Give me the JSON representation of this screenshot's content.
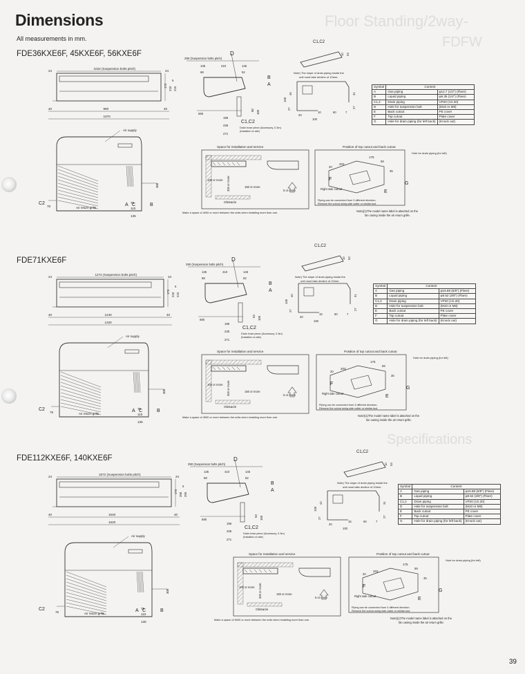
{
  "page": {
    "title": "Dimensions",
    "subtitle": "All measurements in mm.",
    "page_number": "39"
  },
  "ghost_text": {
    "right_top": "Floor Standing/2way-",
    "right_top2": "FDFW",
    "right_mid": "Specifications"
  },
  "sections": [
    {
      "model": "FDE36KXE6F, 45KXE6F, 56KXE6F",
      "front": {
        "bolt_pitch": "1022 (Suspension bolts pitch)",
        "side": "24",
        "inner": "990",
        "overall": "1070",
        "side_b": "40",
        "h1": "173",
        "h2": "210",
        "h3": "215",
        "h4": "5"
      },
      "side": {
        "bolt": "290 (Suspension bolts pitch)",
        "d1": "135",
        "d2": "410",
        "d3": "145",
        "d4": "68",
        "d5": "52",
        "d6": "690",
        "d7": "195",
        "d8": "235",
        "d9": "271",
        "v1": "50",
        "v2": "109",
        "hose": "Drain hose piece (Accessory, 0.3m)",
        "hose2": "(Installed on site)"
      },
      "slope": {
        "d1": "10",
        "d2": "53",
        "note": "Note) The slope of drain piping inside the",
        "note2": "unit must take decline of 10mm."
      },
      "cut": {
        "d1": "46",
        "d2": "108",
        "d3": "27",
        "d4": "20",
        "d5": "100",
        "d6": "10",
        "d7": "60",
        "d8": "7",
        "d9": "31",
        "d10": "27"
      },
      "bottom": {
        "d1": "76",
        "d2": "308",
        "d3": "75",
        "d4": "110",
        "d5": "135"
      },
      "space": {
        "title": "Space for installation and service",
        "s1": "100 or more",
        "s2": "300 or more",
        "s3": "150 or more",
        "s4": "5 or more",
        "obstacle": "Obstacle",
        "note": "Make a space of 4000 or more between the units when installing more than one."
      },
      "cutout": {
        "title": "Position of top cutout and back cutout",
        "hole": "Hole for drain piping (for left)",
        "d1": "175",
        "d2": "203",
        "d3": "59",
        "d4": "20",
        "d5": "35",
        "side": "Right side cutout",
        "n1": "Piping can be connected from 3 different direction.",
        "n2": "Remove the cutout using side cutter or similar tool.",
        "n3": "Note)(1)The model name label is attached on the",
        "n4": "fan casing inside the air return grille."
      },
      "table": {
        "head": [
          "Symbol",
          "Content"
        ],
        "rows": [
          [
            "A",
            "Gas piping",
            "φ12.7 (1/2\") (Flare)"
          ],
          [
            "B",
            "Liquid piping",
            "φ6.35 (1/4\") (Flare)"
          ],
          [
            "C1,2",
            "Drain piping",
            "VP20 (I.D.20)"
          ],
          [
            "D",
            "Hole for suspension bolt",
            "(M10 or M8)"
          ],
          [
            "E",
            "Back cutout",
            "PE cover"
          ],
          [
            "F",
            "Top cutout",
            "Plate cover"
          ],
          [
            "G",
            "Hole for drain piping (for left back)",
            "(Knock out)"
          ]
        ]
      }
    },
    {
      "model": "FDE71KXE6F",
      "front": {
        "bolt_pitch": "1272 (Suspension bolts pitch)",
        "side": "24",
        "inner": "1240",
        "overall": "1320",
        "side_b": "40",
        "h1": "173",
        "h2": "210",
        "h3": "215",
        "h4": "5"
      },
      "side": {
        "bolt": "290 (Suspension bolts pitch)",
        "d1": "135",
        "d2": "410",
        "d3": "145",
        "d4": "68",
        "d5": "52",
        "d6": "690",
        "d7": "195",
        "d8": "235",
        "d9": "271",
        "v1": "53",
        "v2": "109",
        "hose": "Drain hose piece (Accessory, 0.3m)",
        "hose2": "(Installed on site)"
      },
      "slope": {
        "d1": "10",
        "d2": "53",
        "note": "Note) The slope of drain piping inside the",
        "note2": "unit must take decline of 10mm."
      },
      "cut": {
        "d1": "40",
        "d2": "108",
        "d3": "27",
        "d4": "20",
        "d5": "100",
        "d6": "15",
        "d7": "60",
        "d8": "7",
        "d9": "31",
        "d10": "27"
      },
      "bottom": {
        "d1": "75",
        "d2": "308",
        "d3": "75",
        "d4": "110",
        "d5": "135"
      },
      "space": {
        "title": "Space for installation and service",
        "s1": "100 or more",
        "s2": "300 or more",
        "s3": "150 or more",
        "s4": "5 or more",
        "obstacle": "Obstacle",
        "note": "Make a space of 4500 or more between the units when installing more than one."
      },
      "cutout": {
        "title": "Position of top cutout and back cutout",
        "hole": "Hole for drain piping (for left)",
        "d1": "175",
        "d2": "203",
        "d3": "59",
        "d4": "20",
        "d5": "35",
        "side": "Right side cutout",
        "n1": "Piping can be connected from 3 different direction.",
        "n2": "Remove the cutout using side cutter or similar tool.",
        "n3": "Note)(1)The model name label is attached on the",
        "n4": "fan casing inside the air return grille."
      },
      "table": {
        "head": [
          "Symbol",
          "Content"
        ],
        "rows": [
          [
            "A",
            "Gas piping",
            "φ15.88 (5/8\") (Flare)"
          ],
          [
            "B",
            "Liquid piping",
            "φ9.52 (3/8\") (Flare)"
          ],
          [
            "C1,2",
            "Drain piping",
            "VP20 (I.D.20)"
          ],
          [
            "D",
            "Hole for suspension bolt",
            "(M10 or M8)"
          ],
          [
            "E",
            "Back cutout",
            "PE cover"
          ],
          [
            "F",
            "Top cutout",
            "Plate cover"
          ],
          [
            "G",
            "Hole for drain piping (for left back)",
            "(Knock out)"
          ]
        ]
      }
    },
    {
      "model": "FDE112KXE6F, 140KXE6F",
      "front": {
        "bolt_pitch": "1572 (Suspension bolts pitch)",
        "side": "24",
        "inner": "1540",
        "overall": "1620",
        "side_b": "40",
        "h1": "173",
        "h2": "250",
        "h3": "255",
        "h4": "5"
      },
      "side": {
        "bolt": "290 (Suspension bolts pitch)",
        "d1": "135",
        "d2": "410",
        "d3": "145",
        "d4": "68",
        "d5": "52",
        "d6": "690",
        "d7": "195",
        "d8": "235",
        "d9": "271",
        "v1": "53",
        "v2": "109",
        "hose": "Drain hose piece (Accessory, 0.3m)",
        "hose2": "(Installed on site)"
      },
      "slope": {
        "d1": "10",
        "d2": "53",
        "note": "Note) The slope of drain piping inside the",
        "note2": "unit must take decline of 10mm."
      },
      "cut": {
        "d1": "42",
        "d2": "108",
        "d3": "27",
        "d4": "20",
        "d5": "100",
        "d6": "15",
        "d7": "60",
        "d8": "7",
        "d9": "31",
        "d10": "27"
      },
      "bottom": {
        "d1": "76",
        "d2": "308",
        "d3": "75",
        "d4": "110",
        "d5": "135"
      },
      "space": {
        "title": "Space for installation and service",
        "s1": "100 or more",
        "s2": "300 or more",
        "s3": "150 or more",
        "s4": "5 or more",
        "obstacle": "Obstacle",
        "note": "Make a space of 5000 or more between the units when installing more than one."
      },
      "cutout": {
        "title": "Position of top cutout and back cutout",
        "hole": "Hole for drain piping (for left)",
        "d1": "175",
        "d2": "203",
        "d3": "59",
        "d4": "20",
        "d5": "35",
        "side": "Right side cutout",
        "n1": "Piping can be connected from 3 different direction.",
        "n2": "Remove the cutout using side cutter or similar tool.",
        "n3": "Note)(1)The model name label is attached on the",
        "n4": "fan casing inside the air return grille."
      },
      "table": {
        "head": [
          "Symbol",
          "Content"
        ],
        "rows": [
          [
            "A",
            "Gas piping",
            "φ15.88 (5/8\") (Flare)"
          ],
          [
            "B",
            "Liquid piping",
            "φ9.52 (3/8\") (Flare)"
          ],
          [
            "C1,2",
            "Drain piping",
            "VP20 (I.D.20)"
          ],
          [
            "D",
            "Hole for suspension bolt",
            "(M10 or M8)"
          ],
          [
            "E",
            "Back cutout",
            "PE cover"
          ],
          [
            "F",
            "Top cutout",
            "Plate cover"
          ],
          [
            "G",
            "Hole for drain piping (for left back)",
            "(Knock out)"
          ]
        ]
      }
    }
  ],
  "labels": {
    "A": "A",
    "B": "B",
    "C": "C",
    "D": "D",
    "E": "E",
    "F": "F",
    "G": "G",
    "C1C2": "C1,C2",
    "C2": "C2",
    "air_supply": "Air supply",
    "air_return": "Air return grille"
  }
}
